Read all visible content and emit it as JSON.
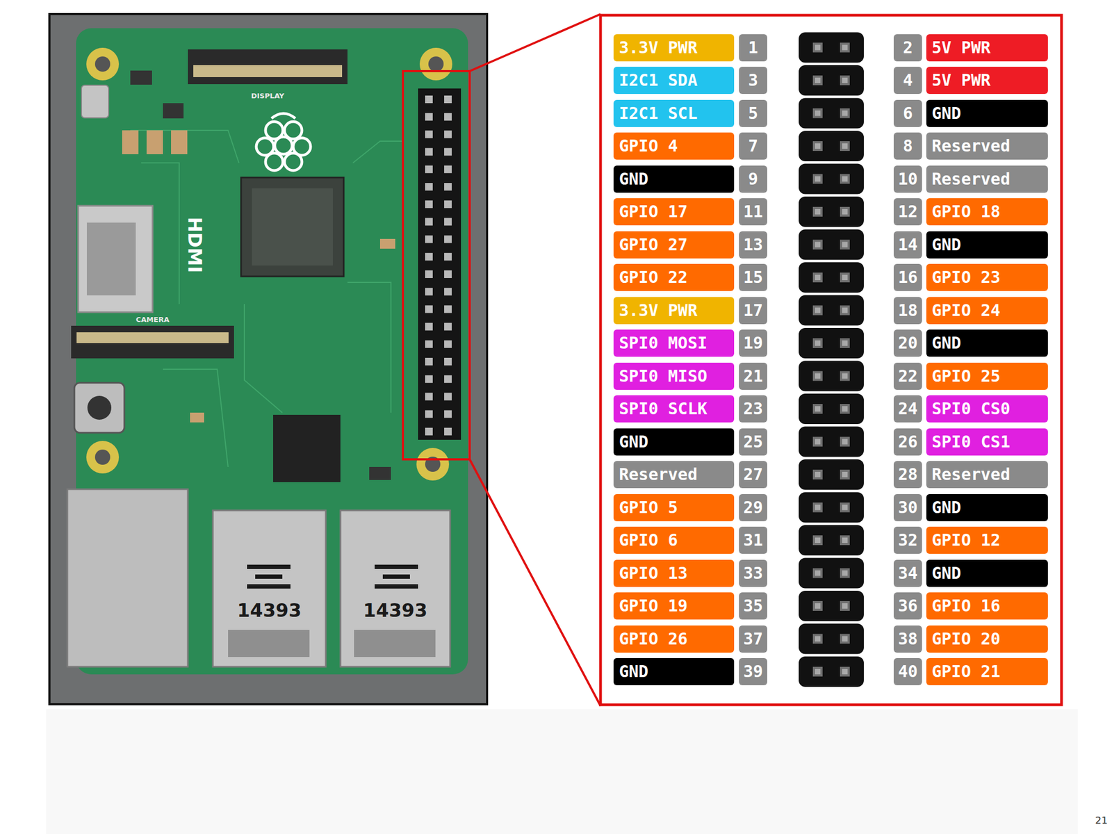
{
  "diagram": {
    "nodes": [
      {
        "text": [
          "3.3V PWR"
        ]
      },
      {
        "text": [
          "1"
        ]
      },
      {
        "text": [
          "2"
        ]
      },
      {
        "text": [
          "5V PWR"
        ]
      },
      {
        "text": [
          "I2C1 SDA"
        ]
      },
      {
        "text": [
          "3"
        ]
      },
      {
        "text": [
          "4"
        ]
      },
      {
        "text": [
          "5V PWR"
        ]
      },
      {
        "text": [
          "I2C1 SCL"
        ]
      },
      {
        "text": [
          "5"
        ]
      },
      {
        "text": [
          "6"
        ]
      },
      {
        "text": [
          "GND"
        ]
      },
      {
        "text": [
          "GPIO 4"
        ]
      },
      {
        "text": [
          "7"
        ]
      },
      {
        "text": [
          "8"
        ]
      },
      {
        "text": [
          "Reserved"
        ]
      },
      {
        "text": [
          "GND"
        ]
      },
      {
        "text": [
          "9"
        ]
      },
      {
        "text": [
          "10"
        ]
      },
      {
        "text": [
          "Reserved"
        ]
      },
      {
        "text": [
          "GPIO 17"
        ]
      },
      {
        "text": [
          "11"
        ]
      },
      {
        "text": [
          "12"
        ]
      },
      {
        "text": [
          "GPIO 18"
        ]
      },
      {
        "text": [
          "GPIO 27"
        ]
      },
      {
        "text": [
          "13"
        ]
      },
      {
        "text": [
          "14"
        ]
      },
      {
        "text": [
          "GND"
        ]
      },
      {
        "text": [
          "GPIO 22"
        ]
      },
      {
        "text": [
          "15"
        ]
      },
      {
        "text": [
          "16"
        ]
      },
      {
        "text": [
          "GPIO 23"
        ]
      },
      {
        "text": [
          "3.3V PWR"
        ]
      },
      {
        "text": [
          "17"
        ]
      },
      {
        "text": [
          "18"
        ]
      },
      {
        "text": [
          "GPIO 24"
        ]
      },
      {
        "text": [
          "SPI0 MOSI"
        ]
      },
      {
        "text": [
          "19"
        ]
      },
      {
        "text": [
          "20"
        ]
      },
      {
        "text": [
          "GND"
        ]
      },
      {
        "text": [
          "SPI0 MISO"
        ]
      },
      {
        "text": [
          "21"
        ]
      },
      {
        "text": [
          "22"
        ]
      },
      {
        "text": [
          "GPIO 25"
        ]
      },
      {
        "text": [
          "SPI0 SCLK"
        ]
      },
      {
        "text": [
          "23"
        ]
      },
      {
        "text": [
          "24"
        ]
      },
      {
        "text": [
          "SPI0 CS0"
        ]
      },
      {
        "text": [
          "GND"
        ]
      },
      {
        "text": [
          "25"
        ]
      },
      {
        "text": [
          "26"
        ]
      },
      {
        "text": [
          "SPI0 CS1"
        ]
      },
      {
        "text": [
          "Reserved"
        ]
      },
      {
        "text": [
          "27"
        ]
      },
      {
        "text": [
          "28"
        ]
      },
      {
        "text": [
          "Reserved"
        ]
      },
      {
        "text": [
          "GPIO 5"
        ]
      },
      {
        "text": [
          "29"
        ]
      },
      {
        "text": [
          "30"
        ]
      },
      {
        "text": [
          "GND"
        ]
      },
      {
        "text": [
          "GPIO 6"
        ]
      },
      {
        "text": [
          "31"
        ]
      },
      {
        "text": [
          "32"
        ]
      },
      {
        "text": [
          "GPIO 12"
        ]
      },
      {
        "text": [
          "GPIO 13"
        ]
      },
      {
        "text": [
          "33"
        ]
      },
      {
        "text": [
          "34"
        ]
      },
      {
        "text": [
          "GND"
        ]
      },
      {
        "text": [
          "GPIO 19"
        ]
      },
      {
        "text": [
          "35"
        ]
      },
      {
        "text": [
          "36"
        ]
      },
      {
        "text": [
          "GPIO 16"
        ]
      },
      {
        "text": [
          "GPIO 26"
        ]
      },
      {
        "text": [
          "37"
        ]
      },
      {
        "text": [
          "38"
        ]
      },
      {
        "text": [
          "GPIO 20"
        ]
      },
      {
        "text": [
          "GND"
        ]
      },
      {
        "text": [
          "39"
        ]
      },
      {
        "text": [
          "40"
        ]
      },
      {
        "text": [
          "GPIO 21"
        ]
      }
    ],
    "labels": [
      "HDMI",
      "DISPLAY",
      "CAMERA",
      "14393",
      "14393",
      "21"
    ]
  }
}
